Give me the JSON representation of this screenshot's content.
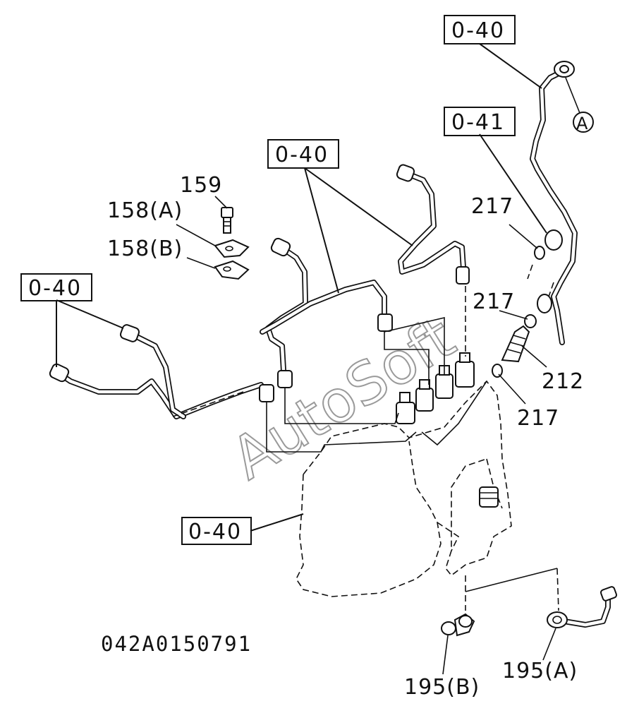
{
  "diagram": {
    "ref_boxes": [
      "0-40",
      "0-41",
      "0-40",
      "0-40",
      "0-40"
    ],
    "callouts": {
      "c159": "159",
      "c158a": "158(A)",
      "c158b": "158(B)",
      "c217a": "217",
      "c217b": "217",
      "c212": "212",
      "c217c": "217",
      "c195b": "195(B)",
      "c195a": "195(A)",
      "marker_a": "A"
    },
    "drawing_code": "042A0150791",
    "watermark": "AutoSoft"
  }
}
